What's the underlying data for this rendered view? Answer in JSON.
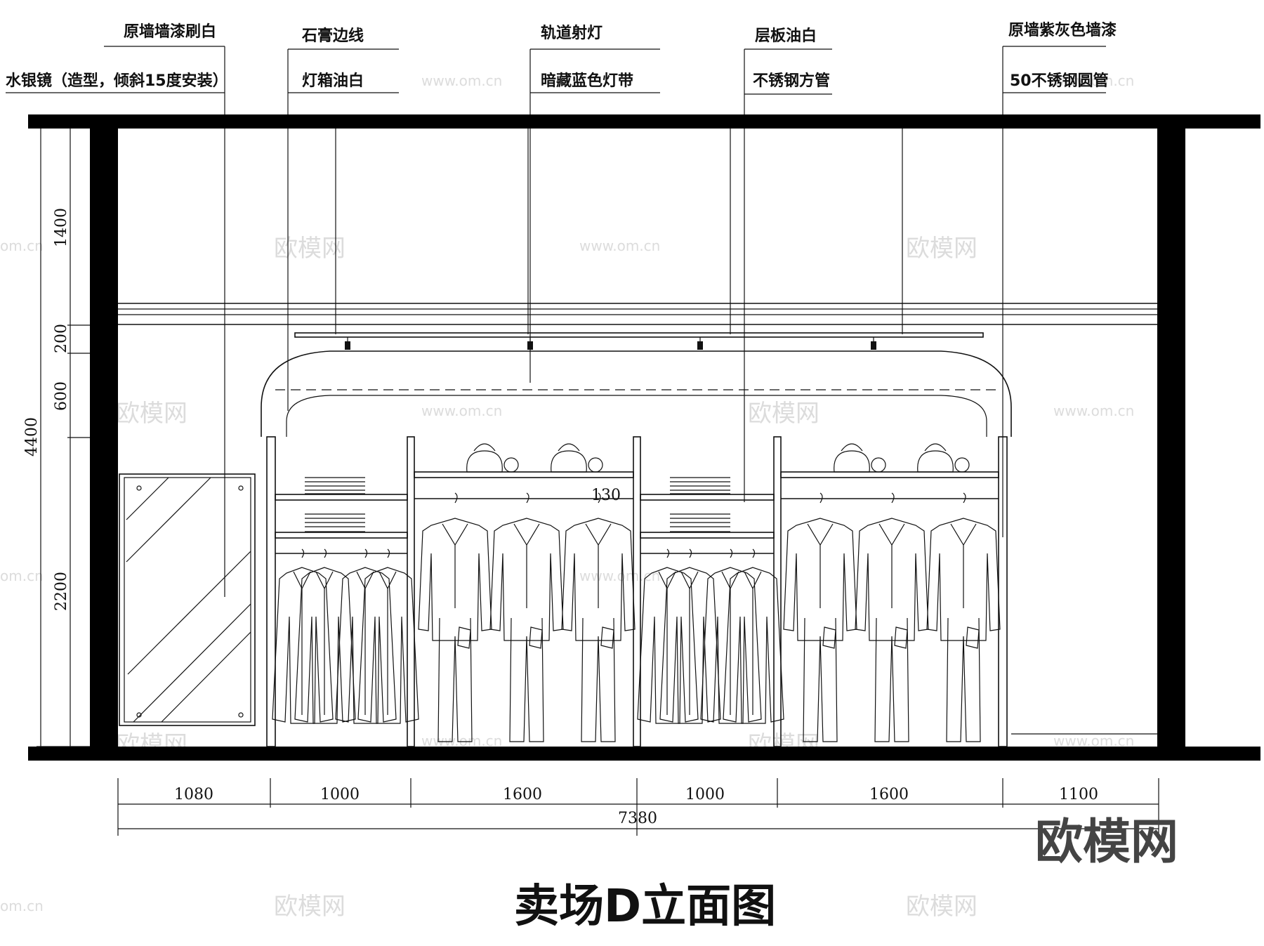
{
  "title": "卖场D立面图",
  "logo_text": "欧模网",
  "watermarks": {
    "brand": "欧模网",
    "url": "www.om.cn",
    "url_short": "om.cn"
  },
  "top_labels": [
    {
      "text": "原墙墙漆刷白"
    },
    {
      "text": "水银镜（造型，倾斜15度安装）"
    },
    {
      "text": "石膏边线"
    },
    {
      "text": "灯箱油白"
    },
    {
      "text": "轨道射灯"
    },
    {
      "text": "暗藏蓝色灯带"
    },
    {
      "text": "层板油白"
    },
    {
      "text": "不锈钢方管"
    },
    {
      "text": "原墙紫灰色墙漆"
    },
    {
      "text": "50不锈钢圆管"
    }
  ],
  "vertical_dims": {
    "total": "4400",
    "segments": [
      "1400",
      "200",
      "600",
      "2200"
    ]
  },
  "horizontal_dims": {
    "segments": [
      "1080",
      "1000",
      "1600",
      "1000",
      "1600",
      "1100"
    ],
    "total": "7380"
  },
  "inner_dim": "130"
}
